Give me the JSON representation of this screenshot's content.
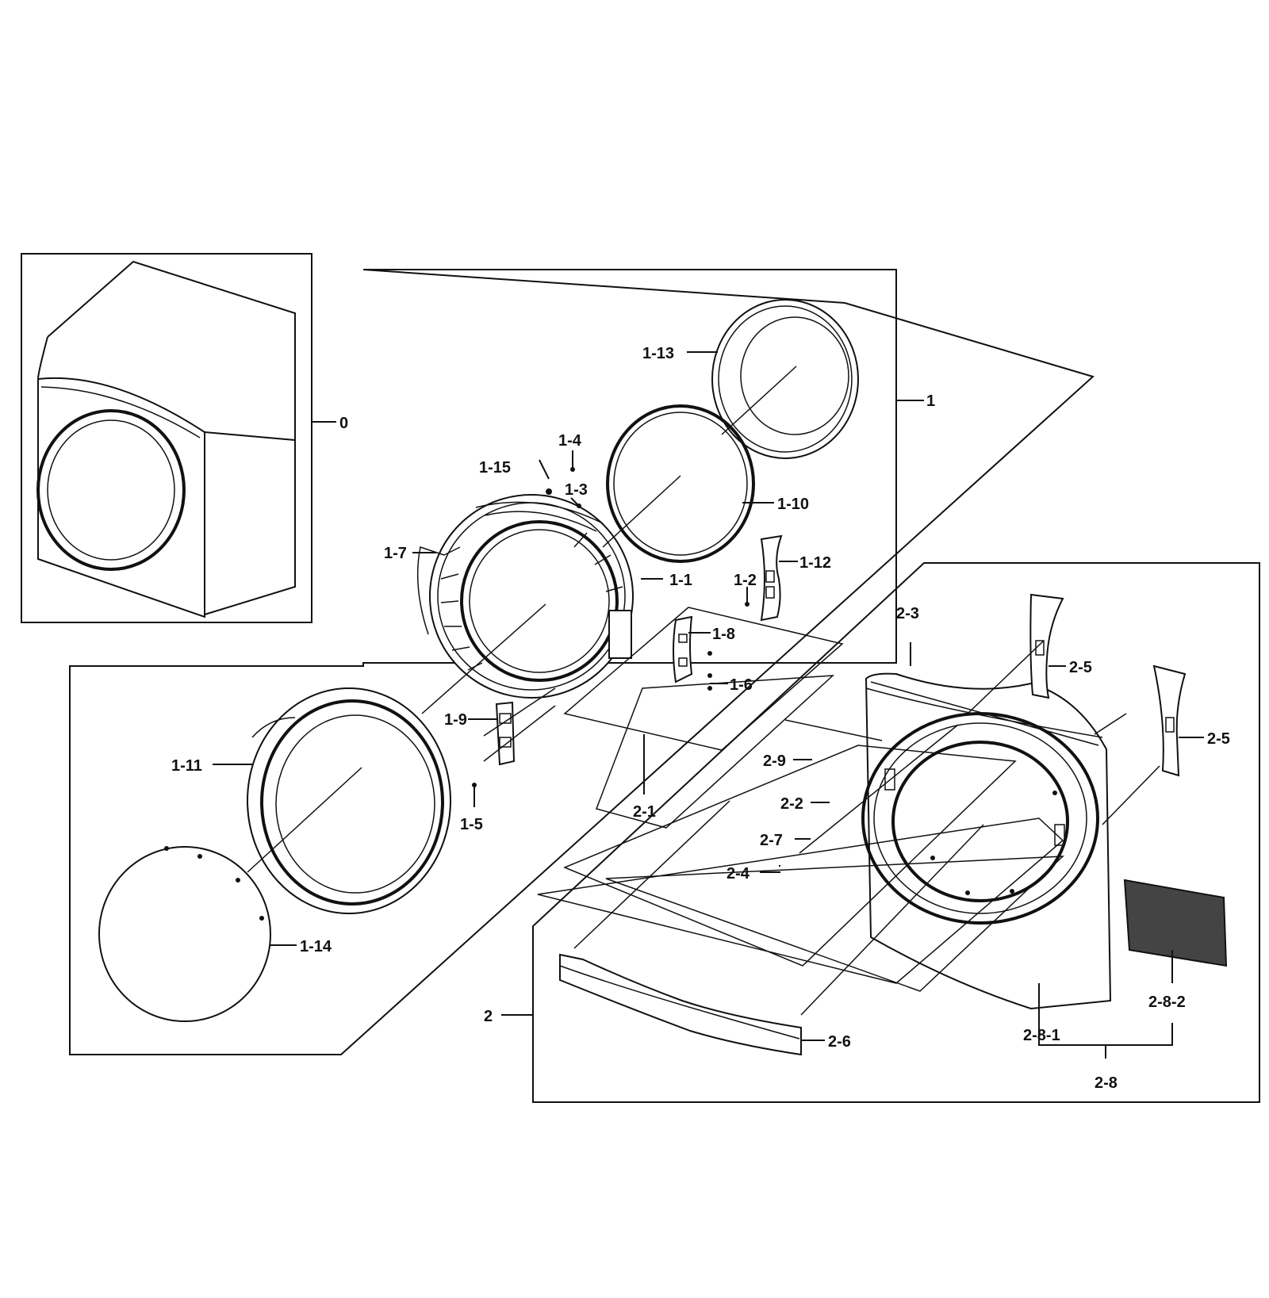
{
  "labels": {
    "l0": "0",
    "l1": "1",
    "l1_1": "1-1",
    "l1_2": "1-2",
    "l1_3": "1-3",
    "l1_4": "1-4",
    "l1_5": "1-5",
    "l1_6": "1-6",
    "l1_7": "1-7",
    "l1_8": "1-8",
    "l1_9": "1-9",
    "l1_10": "1-10",
    "l1_11": "1-11",
    "l1_12": "1-12",
    "l1_13": "1-13",
    "l1_14": "1-14",
    "l1_15": "1-15",
    "l2": "2",
    "l2_1": "2-1",
    "l2_2": "2-2",
    "l2_3": "2-3",
    "l2_4": "2-4",
    "l2_5a": "2-5",
    "l2_5b": "2-5",
    "l2_6": "2-6",
    "l2_7": "2-7",
    "l2_8": "2-8",
    "l2_8_1": "2-8-1",
    "l2_8_2": "2-8-2",
    "l2_9": "2-9"
  }
}
